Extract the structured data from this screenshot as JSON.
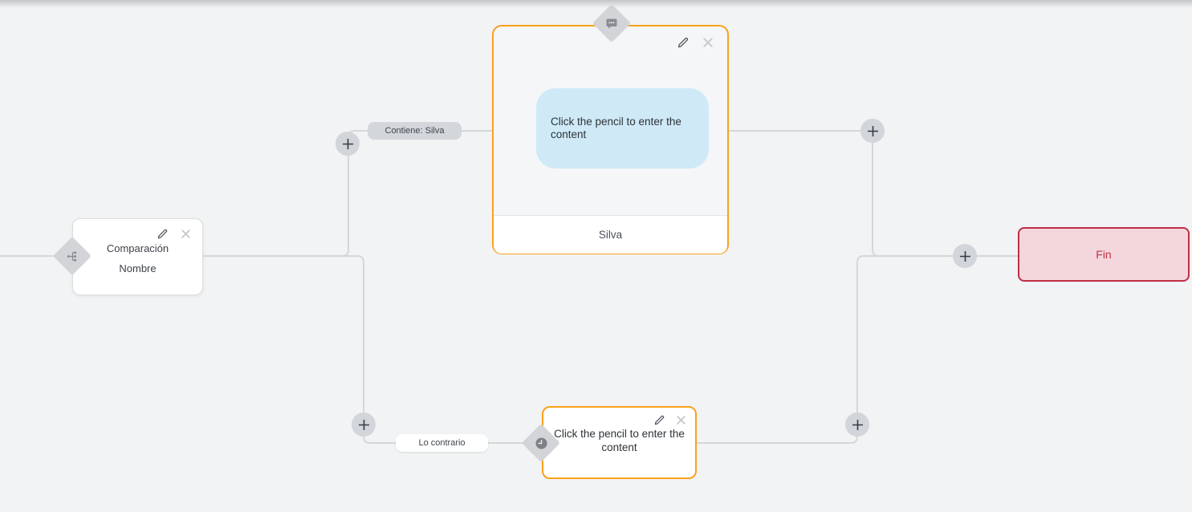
{
  "palette": {
    "background": "#f1f3f4",
    "connector": "#d4d7da",
    "accent_orange": "#f9a11c",
    "danger_border": "#bf2e47",
    "danger_bg": "#f4d7dc",
    "danger_text": "#c03248",
    "bubble_bg": "#cfe9f7",
    "node_gray": "#d2d4d8"
  },
  "condition_node": {
    "line1": "Comparación",
    "line2": "Nombre",
    "type_icon": "branch-icon"
  },
  "message_node": {
    "bubble_text": "Click the pencil to enter the content",
    "footer_text": "Silva",
    "type_icon": "chat-bubble-icon"
  },
  "delay_node": {
    "text": "Click the pencil to enter the content",
    "type_icon": "clock-icon"
  },
  "end_node": {
    "label": "Fin"
  },
  "edge_labels": {
    "yes_branch": "Contiene: Silva",
    "no_branch": "Lo contrario"
  }
}
